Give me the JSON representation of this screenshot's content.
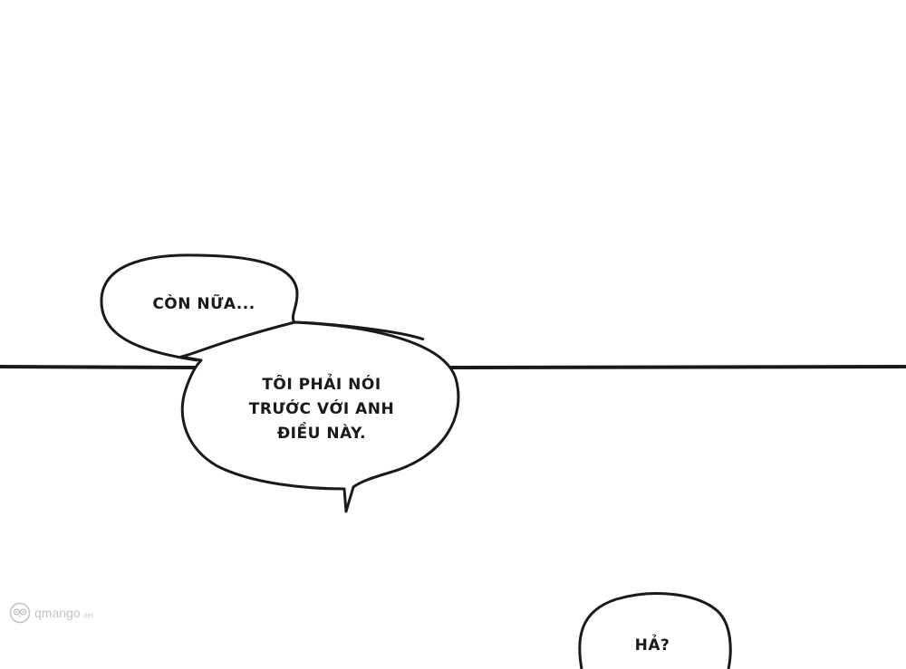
{
  "bubbles": [
    {
      "lines": [
        "CÒN NỮA..."
      ]
    },
    {
      "lines": [
        "TÔI PHẢI NÓI",
        "TRƯỚC VỚI ANH",
        "ĐIỀU NÀY."
      ]
    },
    {
      "lines": [
        "HẢ?"
      ]
    }
  ],
  "watermark": {
    "name": "qmango",
    "tld": ".net"
  },
  "colors": {
    "ink": "#1a1a1a",
    "paper": "#ffffff",
    "watermark": "#7a7a7a"
  }
}
